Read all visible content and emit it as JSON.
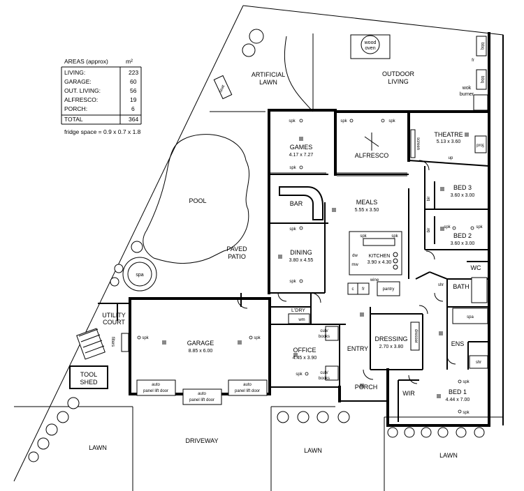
{
  "areas_table": {
    "title": "AREAS (approx)",
    "unit": "m²",
    "rows": [
      {
        "label": "LIVING:",
        "value": "223"
      },
      {
        "label": "GARAGE:",
        "value": "60"
      },
      {
        "label": "OUT. LIVING:",
        "value": "56"
      },
      {
        "label": "ALFRESCO:",
        "value": "19"
      },
      {
        "label": "PORCH:",
        "value": "6"
      }
    ],
    "total_label": "TOTAL",
    "total_value": "364",
    "fridge_note": "fridge space = 0.9 x 0.7 x 1.8"
  },
  "rooms": {
    "games": {
      "name": "GAMES",
      "dims": "4.17 x 7.27"
    },
    "alfresco": {
      "name": "ALFRESCO"
    },
    "theatre": {
      "name": "THEATRE",
      "dims": "5.13 x 3.60"
    },
    "bar": {
      "name": "BAR"
    },
    "meals": {
      "name": "MEALS",
      "dims": "5.55 x 3.50"
    },
    "bed3": {
      "name": "BED 3",
      "dims": "3.60 x 3.00"
    },
    "bed2": {
      "name": "BED 2",
      "dims": "3.60 x 3.00"
    },
    "dining": {
      "name": "DINING",
      "dims": "3.80 x 4.55"
    },
    "kitchen": {
      "name": "KITCHEN",
      "dims": "3.90 x 4.30"
    },
    "wc": {
      "name": "WC"
    },
    "bath": {
      "name": "BATH"
    },
    "ldry": {
      "name": "L'DRY"
    },
    "garage": {
      "name": "GARAGE",
      "dims": "8.85 x 6.00"
    },
    "office": {
      "name": "OFFICE",
      "dims": "4.45 x 3.90"
    },
    "entry": {
      "name": "ENTRY"
    },
    "dressing": {
      "name": "DRESSING",
      "dims": "2.70 x 3.80"
    },
    "ens": {
      "name": "ENS"
    },
    "bed1": {
      "name": "BED 1",
      "dims": "4.44 x 7.00"
    },
    "wir": {
      "name": "WIR"
    },
    "porch": {
      "name": "PORCH"
    }
  },
  "outdoor": {
    "artificial_lawn": "ARTIFICIAL\nLAWN",
    "outdoor_living": "OUTDOOR\nLIVING",
    "wood_oven": "wood\noven",
    "wok_burner": "wok\nburner",
    "pool": "POOL",
    "spa": "spa",
    "paved_patio": "PAVED\nPATIO",
    "utility_court": "UTILITY\nCOURT",
    "tool_shed": "TOOL\nSHED",
    "driveway": "DRIVEWAY",
    "lawn_left": "LAWN",
    "lawn_mid": "LAWN",
    "lawn_right": "LAWN",
    "seat": "seat",
    "bbq": "bbq",
    "fr": "fr"
  },
  "fixtures": {
    "spk": "spk",
    "screen": "screen",
    "proj": "proj.",
    "up": "up",
    "bir": "bir",
    "dw": "dw",
    "mw": "mw",
    "wine": "wine",
    "c": "c",
    "fr": "fr",
    "pantry": "pantry",
    "shr": "shr",
    "spa_bath": "spa",
    "wm": "wm",
    "cub_books": "cub/\nbooks",
    "dresser": "dresser",
    "filters": "filters",
    "auto_door": "auto\npanel lift door"
  }
}
